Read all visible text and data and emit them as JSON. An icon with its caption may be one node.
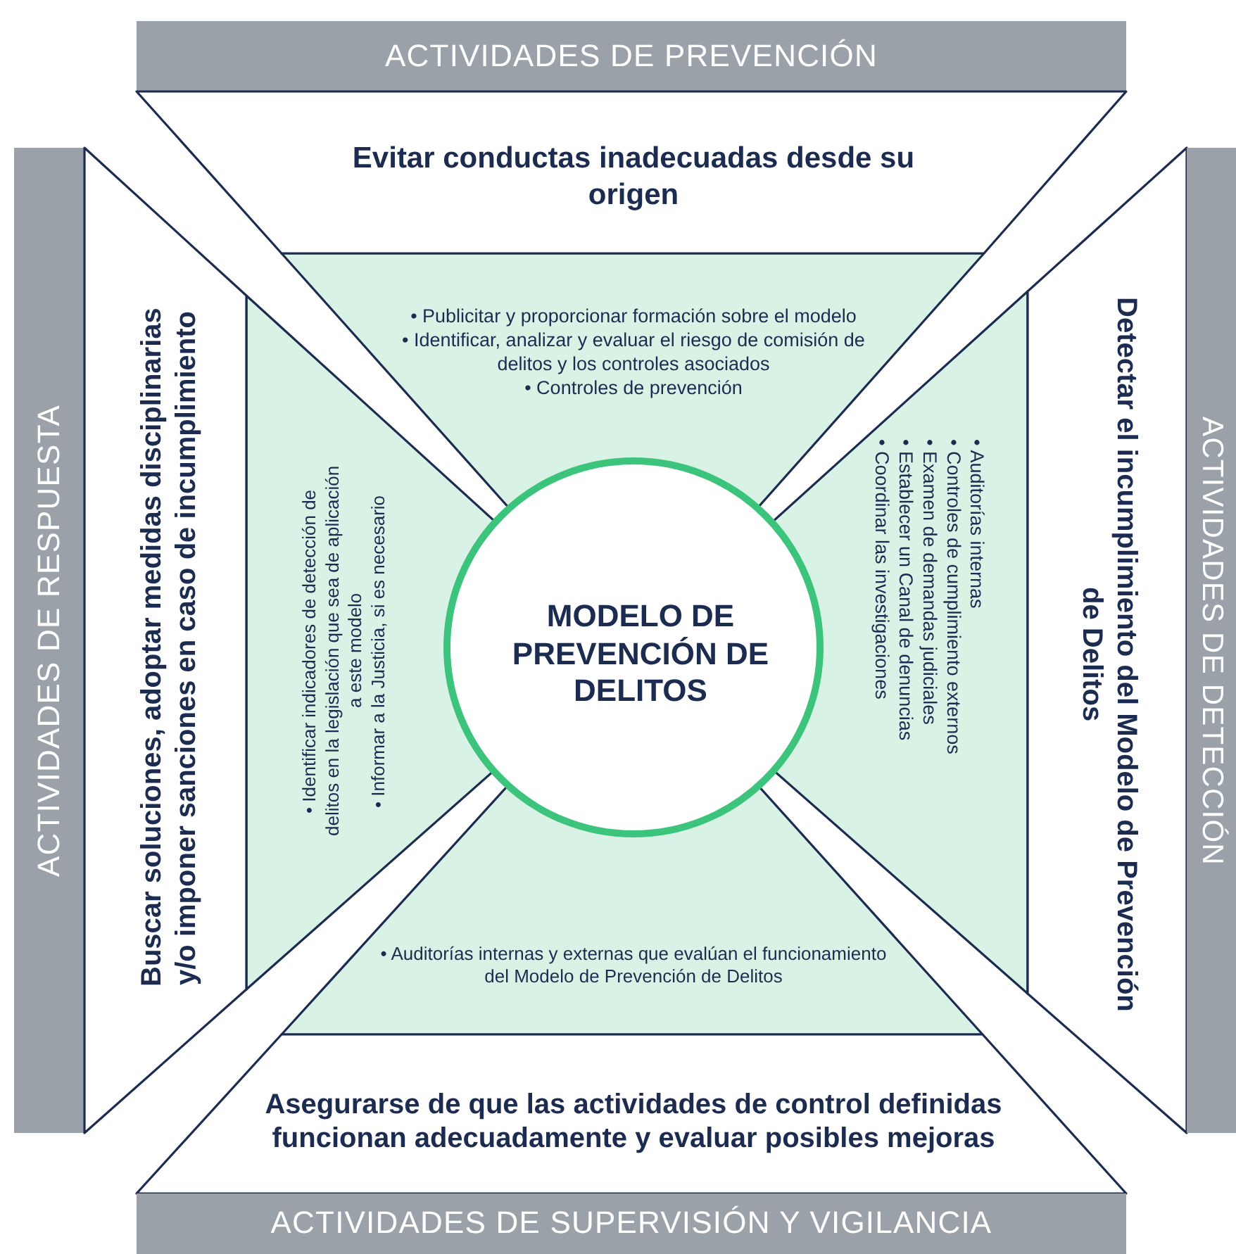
{
  "diagram": {
    "nodes": [
      {
        "text": [
          "ACTIVIDADES DE PREVENCIÓN"
        ]
      },
      {
        "text": [
          "Evitar conductas inadecuadas desde su origen"
        ]
      },
      {
        "text": [
          "• Publicitar y proporcionar formación sobre el modelo",
          "• Identificar, analizar y evaluar el riesgo de comisión de delitos y los controles asociados",
          "• Controles de prevención"
        ]
      },
      {
        "text": [
          "ACTIVIDADES DE RESPUESTA"
        ]
      },
      {
        "text": [
          "Buscar soluciones, adoptar medidas disciplinarias y/o imponer sanciones en caso de incumplimiento"
        ]
      },
      {
        "text": [
          "• Identificar indicadores de detección de delitos en la legislación que sea de aplicación a este modelo",
          "• Informar a la Justicia, si es necesario"
        ]
      },
      {
        "text": [
          "MODELO DE PREVENCIÓN DE DELITOS"
        ]
      },
      {
        "text": [
          "• Auditorías internas",
          "• Controles de cumplimiento externos",
          "• Examen de demandas judiciales",
          "• Establecer un Canal de denuncias",
          "• Coordinar las investigaciones"
        ]
      },
      {
        "text": [
          "Detectar el incumplimiento del Modelo de Prevención de Delitos"
        ]
      },
      {
        "text": [
          "ACTIVIDADES DE DETECCIÓN"
        ]
      },
      {
        "text": [
          "• Auditorías internas y externas que evalúan el funcionamiento del Modelo de Prevención de Delitos"
        ]
      },
      {
        "text": [
          "Asegurarse de que las actividades de control definidas funcionan adecuadamente y evaluar posibles mejoras"
        ]
      },
      {
        "text": [
          "ACTIVIDADES DE SUPERVISIÓN Y VIGILANCIA"
        ]
      }
    ]
  }
}
